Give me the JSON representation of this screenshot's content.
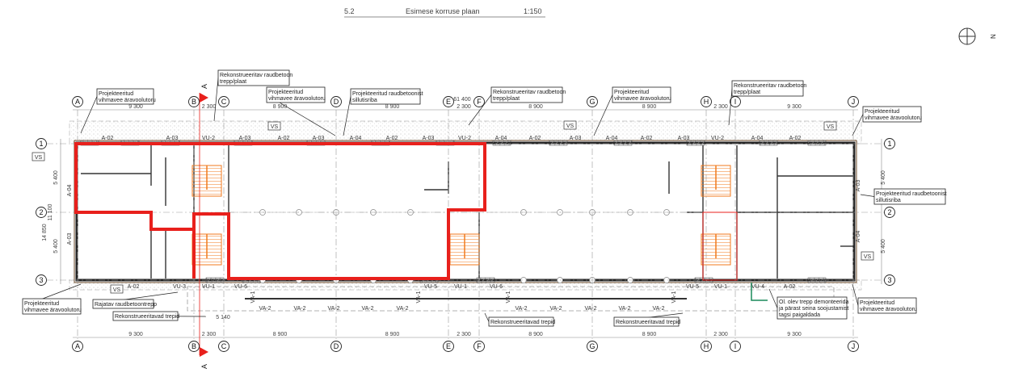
{
  "title": {
    "number": "5.2",
    "name": "Esimese korruse plaan",
    "scale": "1:150"
  },
  "north_label": "N",
  "section_label": "A",
  "grid_columns": [
    "A",
    "B",
    "C",
    "D",
    "E",
    "F",
    "G",
    "H",
    "I",
    "J"
  ],
  "grid_rows": [
    "1",
    "2",
    "3"
  ],
  "top_dimensions": [
    "9 300",
    "2 300",
    "8 900",
    "8 900",
    "2 300",
    "8 900",
    "8 900",
    "2 300",
    "9 300"
  ],
  "overall_dimension": "61 400",
  "bottom_dimensions": [
    "9 300",
    "2 300",
    "8 900",
    "8 900",
    "2 300",
    "8 900",
    "8 900",
    "2 300",
    "9 300"
  ],
  "stair_dimension": "5 140",
  "left_dimensions": [
    "5 400",
    "5 400",
    "11 100",
    "14 850"
  ],
  "right_dimensions": [
    "5 400",
    "5 400"
  ],
  "top_wall_tags": [
    "A-02",
    "A-03",
    "VU-2",
    "A-03",
    "A-02",
    "A-03",
    "A-04",
    "A-02",
    "A-03",
    "VU-2",
    "A-04",
    "A-02",
    "A-03",
    "A-04",
    "A-02",
    "A-03",
    "VU-2",
    "A-04",
    "A-02"
  ],
  "bottom_wall_tags": [
    "A-02",
    "VU-3",
    "VU-1",
    "VU-6",
    "VA-1",
    "VA-2",
    "VA-2",
    "VA-2",
    "VA-2",
    "VA-2",
    "VA-1",
    "VU-5",
    "VU-1",
    "VU-6",
    "VA-1",
    "VA-2",
    "VA-2",
    "VA-2",
    "VA-2",
    "VA-2",
    "VA-1",
    "VU-5",
    "VU-1",
    "VU-4",
    "A-02"
  ],
  "side_wall_tags": [
    "A-04",
    "A-03",
    "A-03",
    "A-04"
  ],
  "vs_tag": "VS",
  "annotations": [
    {
      "lines": [
        "Projekteeritud",
        "vihmavee äravoolutoru"
      ]
    },
    {
      "lines": [
        "Rekonstrueeritav raudbetoon",
        "trepp/plaat"
      ]
    },
    {
      "lines": [
        "Projekteeritud",
        "vihmavee äravoolutoru"
      ]
    },
    {
      "lines": [
        "Projekteeritud raudbetoonist",
        "sillutisriba"
      ]
    },
    {
      "lines": [
        "Rekonstrueeritav raudbetoon",
        "trepp/plaat"
      ]
    },
    {
      "lines": [
        "Projekteeritud",
        "vihmavee äravoolutoru"
      ]
    },
    {
      "lines": [
        "Rekonstrueeritav raudbetoon",
        "trepp/plaat"
      ]
    },
    {
      "lines": [
        "Projekteeritud",
        "vihmavee äravoolutoru"
      ]
    },
    {
      "lines": [
        "Projekteeritud raudbetoonist",
        "sillutisriba"
      ]
    },
    {
      "lines": [
        "Projekteeritud",
        "vihmavee äravoolutoru"
      ]
    },
    {
      "lines": [
        "Rajatav raudbetoontrepp"
      ]
    },
    {
      "lines": [
        "Rekonstrueeritavad trepid"
      ]
    },
    {
      "lines": [
        "Rekonstrueeritavad trepid"
      ]
    },
    {
      "lines": [
        "Rekonstrueeritavad trepid"
      ]
    },
    {
      "lines": [
        "Ol. olev trepp demonteerida",
        "ja pärast seina soojustamist",
        "tagsi paigaldada"
      ]
    },
    {
      "lines": [
        "Projekteeritud",
        "vihmavee äravoolutoru"
      ]
    }
  ],
  "colors": {
    "highlight": "#e8201c",
    "stairs": "#f07a1e",
    "wall_hatch": "#888888",
    "green": "#1a8a5a"
  }
}
